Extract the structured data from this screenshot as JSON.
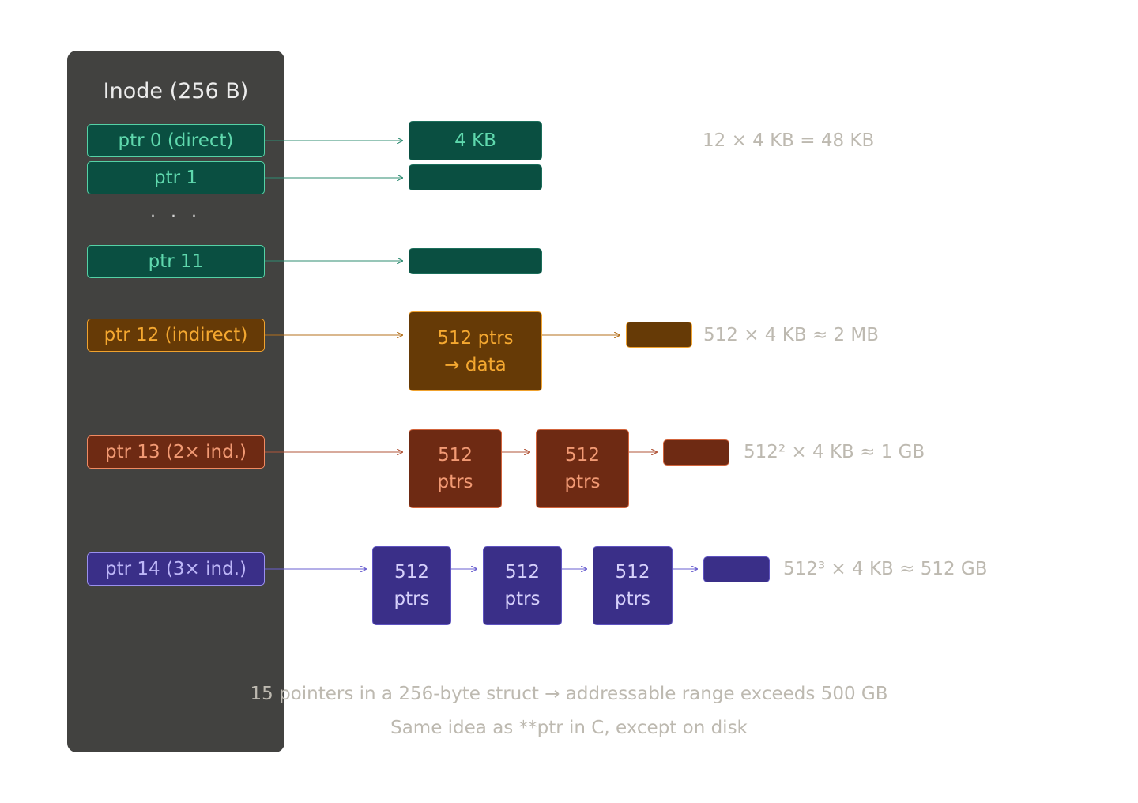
{
  "title": "Inode (256 B)",
  "pointers": {
    "p0": "ptr 0 (direct)",
    "p1": "ptr 1",
    "ellipsis": "· · ·",
    "p11": "ptr 11",
    "p12": "ptr 12 (indirect)",
    "p13": "ptr 13 (2× ind.)",
    "p14": "ptr 14 (3× ind.)"
  },
  "blocks": {
    "data_block": "4 KB",
    "indirect_block": "512 ptrs\n→ data",
    "ptr_block": "512\nptrs"
  },
  "annotations": {
    "direct": "12 × 4 KB = 48 KB",
    "indirect": "512 × 4 KB ≈ 2 MB",
    "double": "512² × 4 KB ≈ 1 GB",
    "triple": "512³ × 4 KB ≈ 512 GB"
  },
  "footer": {
    "line1": "15 pointers in a 256-byte struct → addressable range exceeds 500 GB",
    "line2": "Same idea as **ptr in C, except on disk"
  },
  "colors": {
    "direct": "#5fd8ad",
    "indirect": "#f5a830",
    "double": "#f29a74",
    "triple": "#9a90ee",
    "panel": "#424240"
  }
}
